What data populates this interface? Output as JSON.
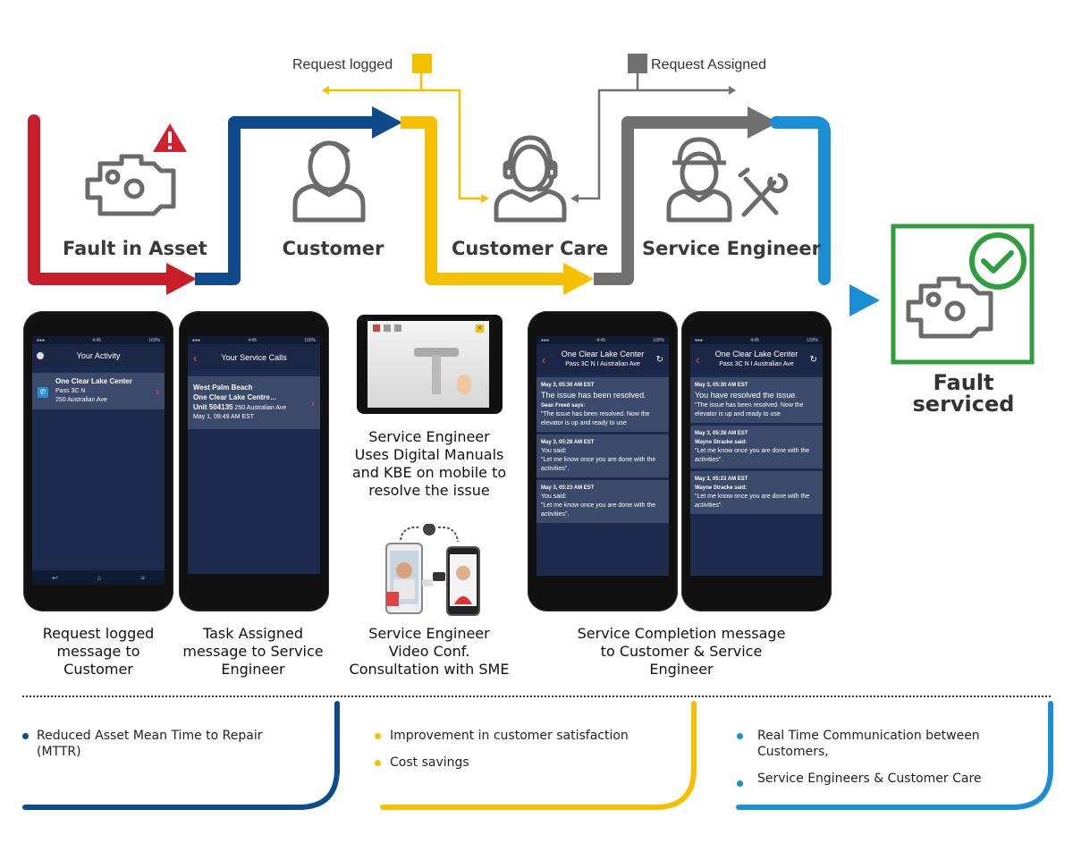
{
  "flow": {
    "request_logged": "Request logged",
    "request_assigned": "Request Assigned",
    "stages": [
      {
        "label": "Fault in Asset"
      },
      {
        "label": "Customer"
      },
      {
        "label": "Customer Care"
      },
      {
        "label": "Service Engineer"
      }
    ],
    "fault_serviced_line1": "Fault",
    "fault_serviced_line2": "serviced"
  },
  "colors": {
    "red": "#c81e2a",
    "blue": "#0f4b8c",
    "yellow": "#f5c000",
    "gray": "#707070",
    "lightblue": "#1b8fd6",
    "green": "#2e9e3e"
  },
  "phone1": {
    "title": "Your Activity",
    "card_title": "One Clear Lake Center",
    "card_line1": "Pass 3C N",
    "card_line2": "250 Australian Ave"
  },
  "phone2": {
    "title": "Your Service Calls",
    "card_line1": "West Palm Beach",
    "card_line2": "One Clear Lake Centre…",
    "card_unit": "Unit 504135",
    "card_addr": "250 Australian Ave",
    "card_date": "May 1, 09:49 AM EST"
  },
  "phone3": {
    "title": "One Clear Lake Center",
    "subtitle": "Pass 3C N I Australian Ave",
    "m1_time": "May 3, 05:30 AM EST",
    "m1_head": "The issue has been resolved.",
    "m1_from": "Sean Freed  says:",
    "m1_body": "\"The issue has been resolved. Now the elevator is up and ready to use",
    "m2_time": "May 3, 05:28 AM EST",
    "m2_from": "You said:",
    "m2_body": "\"Let me know once you are done with the activities\".",
    "m3_time": "May 3, 05:23 AM EST",
    "m3_from": "You said:",
    "m3_body": "\"Let me know once you are done with the activities\"."
  },
  "phone4": {
    "title": "One Clear Lake Center",
    "subtitle": "Pass 3C N I Australian Ave",
    "m1_time": "May 3, 05:30 AM EST",
    "m1_head": "You have resolved the issue.",
    "m1_body": "\"The issue has been resolved. Now the elevator is up and ready to use",
    "m2_time": "May 3, 05:28 AM EST",
    "m2_from": "Wayne Stracke  said:",
    "m2_body": "\"Let me know once you are done with the activities\".",
    "m3_time": "May 3, 05:23 AM EST",
    "m3_from": "Wayne Stracke  said:",
    "m3_body": "\"Let me know once you are done with the activities\"."
  },
  "captions": {
    "c1_l1": "Request logged",
    "c1_l2": "message to",
    "c1_l3": "Customer",
    "c2_l1": "Task Assigned",
    "c2_l2": "message to Service",
    "c2_l3": "Engineer",
    "c3_l1": "Service Engineer",
    "c3_l2": "Uses Digital Manuals",
    "c3_l3": "and KBE on mobile to",
    "c3_l4": "resolve the issue",
    "c4_l1": "Service Engineer",
    "c4_l2": "Video Conf.",
    "c4_l3": "Consultation with SME",
    "c5_l1": "Service Completion message",
    "c5_l2": "to Customer & Service",
    "c5_l3": "Engineer"
  },
  "benefits": {
    "b1_l1": "Reduced Asset Mean Time to Repair",
    "b1_l2": "(MTTR)",
    "b2": "Improvement in customer satisfaction",
    "b3": "Cost savings",
    "b4_l1": "Real Time Communication between",
    "b4_l2": "Customers,",
    "b5": "Service Engineers & Customer Care"
  }
}
